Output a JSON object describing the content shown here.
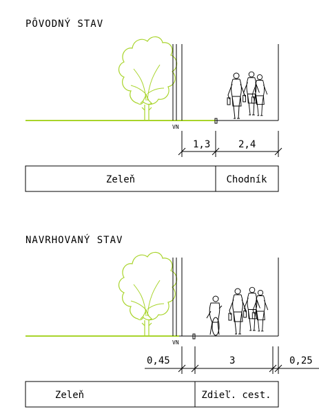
{
  "colors": {
    "ground": "#a8d42a",
    "tree": "#a8d42a",
    "line": "#000000",
    "background": "#ffffff"
  },
  "existing": {
    "title": "PÔVODNÝ STAV",
    "wall_label": "VN",
    "dimensions": [
      "1,3",
      "2,4"
    ],
    "table": [
      "Zeleň",
      "Chodník"
    ]
  },
  "proposed": {
    "title": "NAVRHOVANÝ STAV",
    "wall_label": "VN",
    "dimensions": [
      "0,45",
      "3",
      "0,25"
    ],
    "table": [
      "Zeleň",
      "Zdieľ. cest."
    ]
  },
  "icons": [
    "deciduous-tree-icon",
    "pedestrians-icon",
    "cyclist-icon"
  ]
}
